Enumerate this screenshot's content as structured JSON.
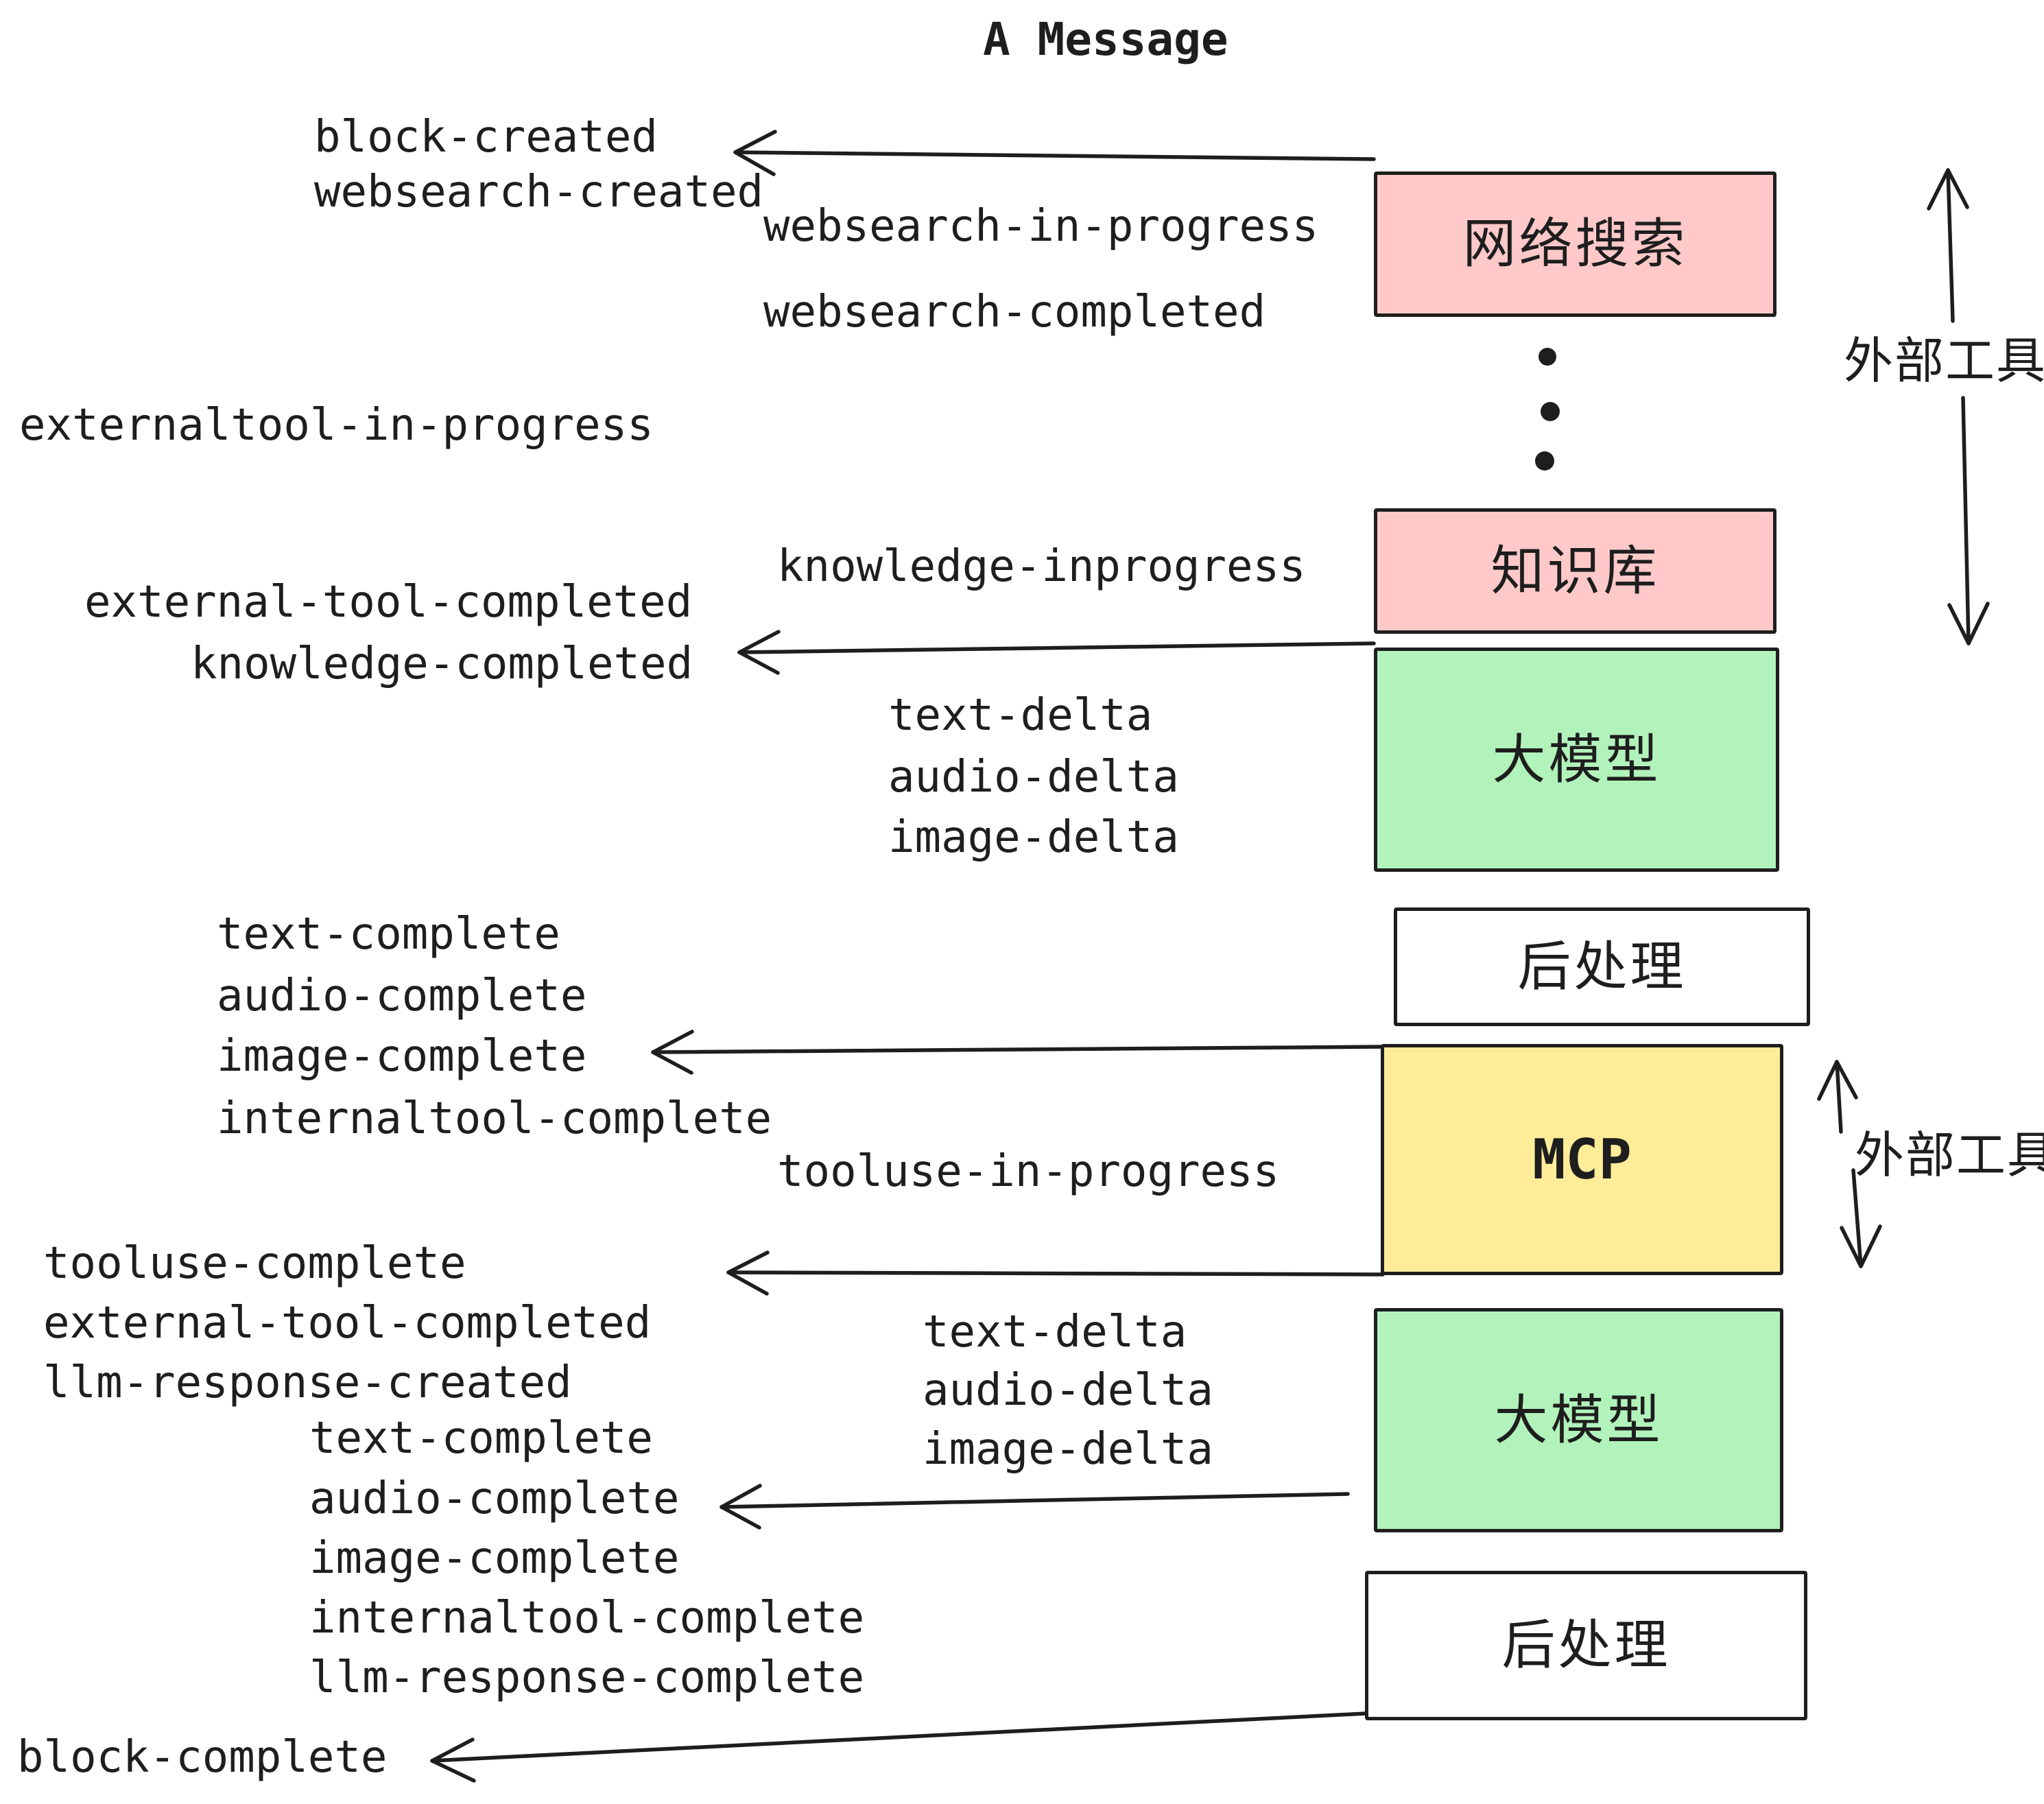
{
  "title": "A Message",
  "labels": {
    "block_created": "block-created",
    "websearch_created": "websearch-created",
    "websearch_in_progress": "websearch-in-progress",
    "websearch_completed": "websearch-completed",
    "externaltool_in_progress": "externaltool-in-progress",
    "knowledge_inprogress": "knowledge-inprogress",
    "external_tool_completed": "external-tool-completed",
    "knowledge_completed": "knowledge-completed",
    "text_delta": "text-delta",
    "audio_delta": "audio-delta",
    "image_delta": "image-delta",
    "text_complete": "text-complete",
    "audio_complete": "audio-complete",
    "image_complete": "image-complete",
    "internaltool_complete": "internaltool-complete",
    "tooluse_in_progress": "tooluse-in-progress",
    "tooluse_complete": "tooluse-complete",
    "external_tool_completed_2": "external-tool-completed",
    "llm_response_created": "llm-response-created",
    "text_complete_2": "text-complete",
    "audio_complete_2": "audio-complete",
    "image_complete_2": "image-complete",
    "internaltool_complete_2": "internaltool-complete",
    "llm_response_complete": "llm-response-complete",
    "block_complete": "block-complete",
    "text_delta_2": "text-delta",
    "audio_delta_2": "audio-delta",
    "image_delta_2": "image-delta"
  },
  "boxes": {
    "websearch": {
      "label": "网络搜索",
      "color": "#ffc9c9"
    },
    "knowledge": {
      "label": "知识库",
      "color": "#ffc9c9"
    },
    "llm_top": {
      "label": "大模型",
      "color": "#b2f2bb"
    },
    "postprocess_top": {
      "label": "后处理",
      "color": "#ffffff"
    },
    "mcp": {
      "label": "MCP",
      "color": "#ffec99"
    },
    "llm_bottom": {
      "label": "大模型",
      "color": "#b2f2bb"
    },
    "postprocess_bottom": {
      "label": "后处理",
      "color": "#ffffff"
    }
  },
  "side_labels": {
    "external_tools_top": "外部工具",
    "external_tools_bottom": "外部工具"
  },
  "colors": {
    "background": "#ffffff",
    "stroke": "#1e1e1e",
    "box_pink": "#ffc9c9",
    "box_green": "#b2f2bb",
    "box_yellow": "#ffec99"
  }
}
